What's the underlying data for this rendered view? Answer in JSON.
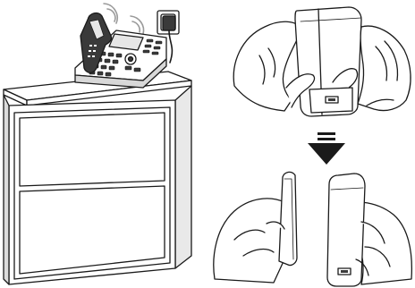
{
  "scene": {
    "left_illustration": {
      "objects": [
        "cabinet",
        "desk-phone-base",
        "cordless-handset",
        "wall-socket",
        "power-adapter"
      ],
      "signal_icon": "wireless-signal-icon"
    },
    "right_illustration": {
      "step_1": "hands-holding-joined-device",
      "arrow": "down-arrow-icon",
      "step_2": "hands-separating-device"
    }
  },
  "colors": {
    "line": "#1a1a1a",
    "fill_light": "#ffffff",
    "fill_mid": "#e6e6e6",
    "fill_dark": "#3a3a3a",
    "signal": "#9a9a9a"
  }
}
